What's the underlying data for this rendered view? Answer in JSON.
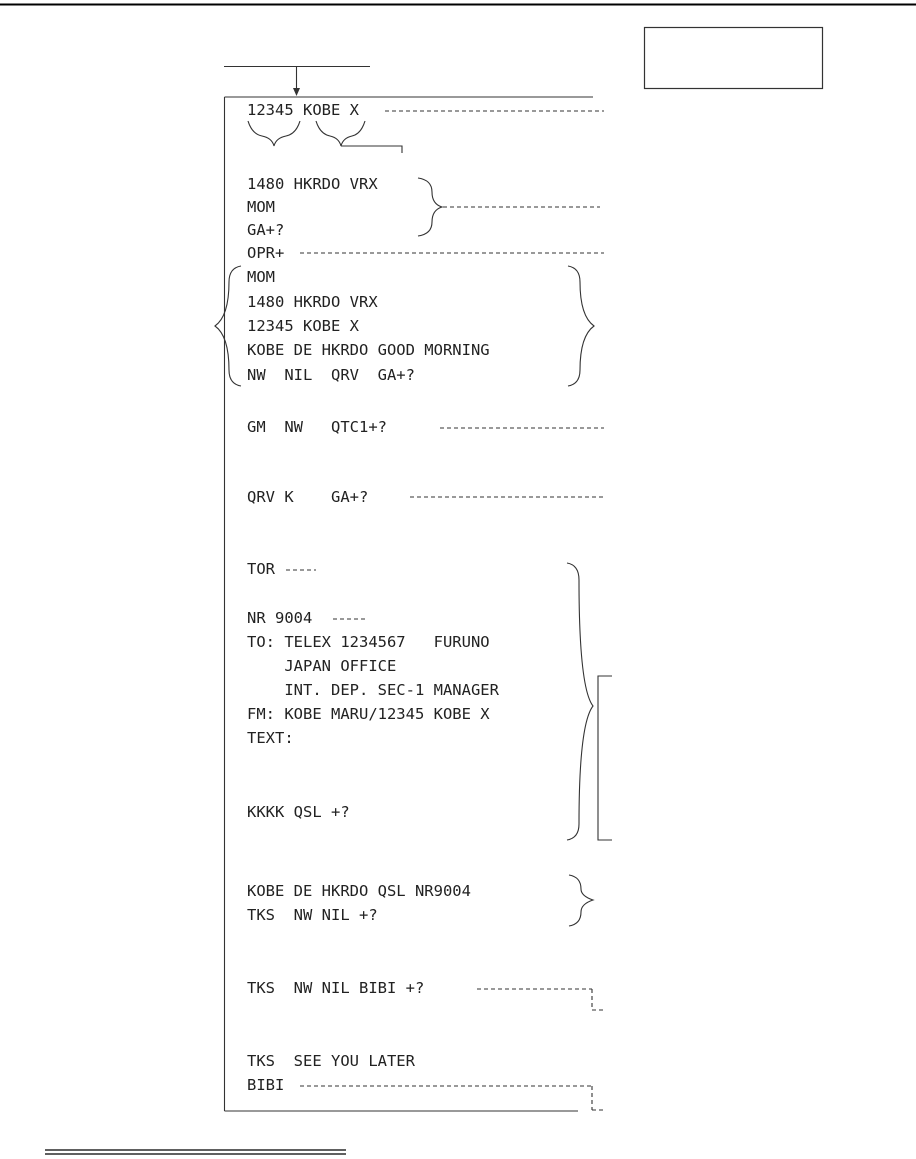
{
  "transcript": {
    "l01": "12345 KOBE X",
    "l02": "1480 HKRDO VRX",
    "l03": "MOM",
    "l04": "GA+?",
    "l05": "OPR+",
    "l06": "MOM",
    "l07": "1480 HKRDO VRX",
    "l08": "12345 KOBE X",
    "l09": "KOBE DE HKRDO GOOD MORNING",
    "l10": "NW  NIL  QRV  GA+?",
    "l11": "GM  NW   QTC1+?",
    "l12": "QRV K    GA+?",
    "l13": "TOR",
    "l14": "NR 9004",
    "l15": "TO: TELEX 1234567   FURUNO",
    "l16": "    JAPAN OFFICE",
    "l17": "    INT. DEP. SEC-1 MANAGER",
    "l18": "FM: KOBE MARU/12345 KOBE X",
    "l19": "TEXT:",
    "l20": "KKKK QSL +?",
    "l21": "KOBE DE HKRDO QSL NR9004",
    "l22": "TKS  NW NIL +?",
    "l23": "TKS  NW NIL BIBI +?",
    "l24": "TKS  SEE YOU LATER",
    "l25": "BIBI"
  }
}
